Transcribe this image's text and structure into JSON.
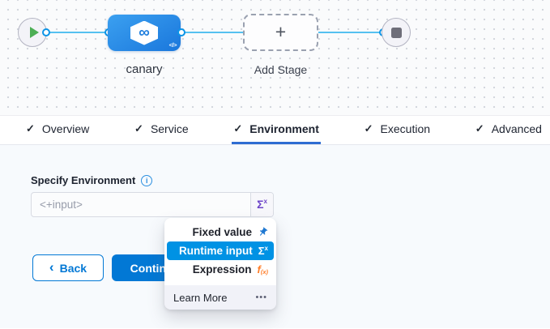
{
  "glyphs": {
    "check": "✓",
    "plus": "+",
    "infinity": "∞",
    "code": "</>",
    "sigma": "Σ",
    "sigma_sup": "x",
    "fx": "f",
    "fx_sub": "(x)",
    "chevron_left": "‹",
    "info": "i"
  },
  "canvas": {
    "stage_label": "canary",
    "add_stage_label": "Add Stage"
  },
  "tabs": {
    "active": "Environment",
    "items": [
      {
        "label": "Overview",
        "checked": true
      },
      {
        "label": "Service",
        "checked": true
      },
      {
        "label": "Environment",
        "checked": true
      },
      {
        "label": "Execution",
        "checked": true
      },
      {
        "label": "Advanced",
        "checked": true
      }
    ]
  },
  "form": {
    "label": "Specify Environment",
    "placeholder": "<+input>",
    "value": ""
  },
  "buttons": {
    "back": "Back",
    "continue": "Continue"
  },
  "dropdown": {
    "items": [
      {
        "label": "Fixed value",
        "icon": "pin-icon"
      },
      {
        "label": "Runtime input",
        "icon": "sigma-icon",
        "selected": true
      },
      {
        "label": "Expression",
        "icon": "fx-icon"
      }
    ],
    "footer_label": "Learn More",
    "footer_more": "•••"
  },
  "colors": {
    "primary_blue": "#0278d5",
    "highlight_blue": "#0092e4",
    "underline_blue": "#2e6cd2",
    "connector_blue": "#55c1f0",
    "node_blue_start": "#3ba0f0",
    "node_blue_end": "#1a77dc",
    "sigma_purple": "#6d44c8",
    "expression_orange": "#ff7d28",
    "play_green": "#4cae55"
  }
}
